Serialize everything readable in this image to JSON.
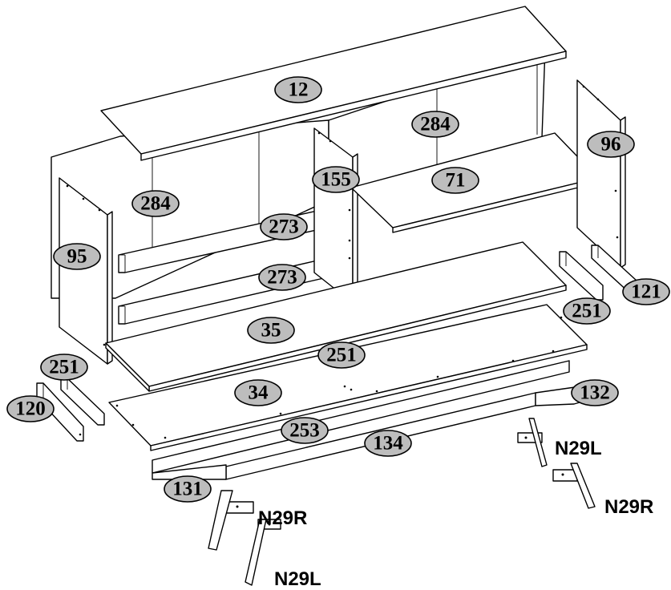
{
  "part_labels": {
    "top_panel": "12",
    "back_panel_left": "284",
    "back_panel_right": "284",
    "shelf_right": "71",
    "side_right": "96",
    "divider": "155",
    "rail_upper": "273",
    "rail_lower": "273",
    "side_left": "95",
    "shelf_bottom": "35",
    "dowel_center": "251",
    "base_panel": "34",
    "rail_base": "253",
    "plinth_front": "134",
    "plinth_right": "132",
    "plinth_left": "131",
    "batten_left": "251",
    "batten_left_short": "120",
    "batten_right": "251",
    "batten_right_short": "121"
  },
  "leg_labels": {
    "leg_right_upper": "N29L",
    "leg_right_lower": "N29R",
    "leg_left_upper": "N29R",
    "leg_left_lower": "N29L"
  }
}
